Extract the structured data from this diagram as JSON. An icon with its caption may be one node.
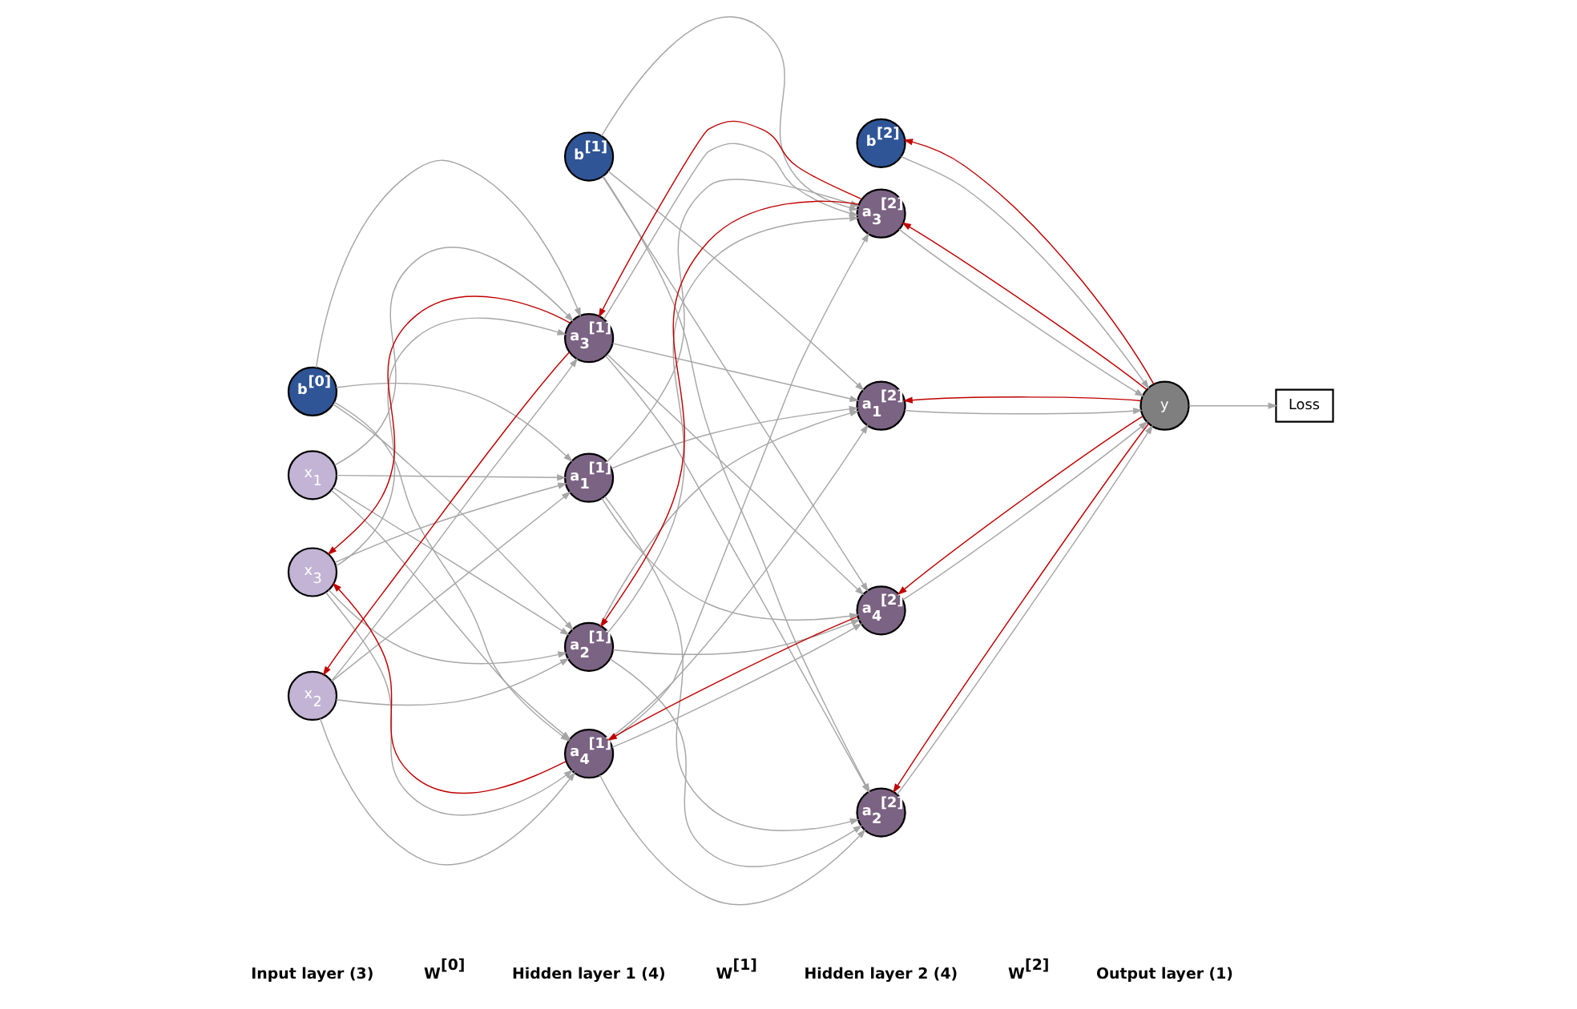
{
  "diagram": {
    "nodes": [
      {
        "text": [
          "b$^{[0]}$"
        ]
      },
      {
        "text": [
          "x$_{1}$"
        ]
      },
      {
        "text": [
          "x$_{2}$"
        ]
      },
      {
        "text": [
          "x$_{3}$"
        ]
      },
      {
        "text": [
          "b$^{[1]}$"
        ]
      },
      {
        "text": [
          "a$_{1}$$^{[1]}$"
        ]
      },
      {
        "text": [
          "a$_{2}$$^{[1]}$"
        ]
      },
      {
        "text": [
          "a$_{3}$$^{[1]}$"
        ]
      },
      {
        "text": [
          "a$_{4}$$^{[1]}$"
        ]
      },
      {
        "text": [
          "b$^{[2]}$"
        ]
      },
      {
        "text": [
          "a$_{1}$$^{[2]}$"
        ]
      },
      {
        "text": [
          "a$_{2}$$^{[2]}$"
        ]
      },
      {
        "text": [
          "a$_{3}$$^{[2]}$"
        ]
      },
      {
        "text": [
          "a$_{4}$$^{[2]}$"
        ]
      },
      {
        "text": [
          "y"
        ]
      },
      {
        "text": [
          "Loss"
        ]
      }
    ],
    "edges": [
      {
        "from": 0,
        "to": 5,
        "arrow": "to"
      },
      {
        "from": 0,
        "to": 6,
        "arrow": "to"
      },
      {
        "from": 0,
        "to": 7,
        "arrow": "to"
      },
      {
        "from": 0,
        "to": 8,
        "arrow": "to"
      },
      {
        "from": 1,
        "to": 5,
        "arrow": "to"
      },
      {
        "from": 1,
        "to": 6,
        "arrow": "to"
      },
      {
        "from": 1,
        "to": 7,
        "arrow": "to"
      },
      {
        "from": 1,
        "to": 8,
        "arrow": "to"
      },
      {
        "from": 2,
        "to": 5,
        "arrow": "to"
      },
      {
        "from": 2,
        "to": 6,
        "arrow": "to"
      },
      {
        "from": 2,
        "to": 7,
        "arrow": "to"
      },
      {
        "from": 2,
        "to": 8,
        "arrow": "to"
      },
      {
        "from": 3,
        "to": 5,
        "arrow": "to"
      },
      {
        "from": 3,
        "to": 6,
        "arrow": "to"
      },
      {
        "from": 3,
        "to": 7,
        "arrow": "to"
      },
      {
        "from": 3,
        "to": 8,
        "arrow": "to"
      },
      {
        "from": 4,
        "to": 10,
        "arrow": "to"
      },
      {
        "from": 4,
        "to": 11,
        "arrow": "to"
      },
      {
        "from": 4,
        "to": 12,
        "arrow": "to"
      },
      {
        "from": 4,
        "to": 13,
        "arrow": "to"
      },
      {
        "from": 5,
        "to": 10,
        "arrow": "to"
      },
      {
        "from": 5,
        "to": 11,
        "arrow": "to"
      },
      {
        "from": 5,
        "to": 12,
        "arrow": "to"
      },
      {
        "from": 5,
        "to": 13,
        "arrow": "to"
      },
      {
        "from": 6,
        "to": 10,
        "arrow": "to"
      },
      {
        "from": 6,
        "to": 11,
        "arrow": "to"
      },
      {
        "from": 6,
        "to": 12,
        "arrow": "to"
      },
      {
        "from": 6,
        "to": 13,
        "arrow": "to"
      },
      {
        "from": 7,
        "to": 10,
        "arrow": "to"
      },
      {
        "from": 7,
        "to": 11,
        "arrow": "to"
      },
      {
        "from": 7,
        "to": 12,
        "arrow": "to"
      },
      {
        "from": 7,
        "to": 13,
        "arrow": "to"
      },
      {
        "from": 8,
        "to": 10,
        "arrow": "to"
      },
      {
        "from": 8,
        "to": 11,
        "arrow": "to"
      },
      {
        "from": 8,
        "to": 12,
        "arrow": "to"
      },
      {
        "from": 8,
        "to": 13,
        "arrow": "to"
      },
      {
        "from": 9,
        "to": 14,
        "arrow": "to"
      },
      {
        "from": 10,
        "to": 14,
        "arrow": "to"
      },
      {
        "from": 11,
        "to": 14,
        "arrow": "to"
      },
      {
        "from": 12,
        "to": 14,
        "arrow": "to"
      },
      {
        "from": 13,
        "to": 14,
        "arrow": "to"
      },
      {
        "from": 14,
        "to": 15,
        "arrow": "to"
      },
      {
        "from": 14,
        "to": 9,
        "arrow": "to",
        "color": "#c00000"
      },
      {
        "from": 14,
        "to": 10,
        "arrow": "to",
        "color": "#c00000"
      },
      {
        "from": 14,
        "to": 11,
        "arrow": "to",
        "color": "#c00000"
      },
      {
        "from": 14,
        "to": 12,
        "arrow": "to",
        "color": "#c00000"
      },
      {
        "from": 14,
        "to": 13,
        "arrow": "to",
        "color": "#c00000"
      },
      {
        "from": 12,
        "to": 6,
        "arrow": "to",
        "color": "#c00000"
      },
      {
        "from": 12,
        "to": 7,
        "arrow": "to",
        "color": "#c00000"
      },
      {
        "from": 13,
        "to": 8,
        "arrow": "to",
        "color": "#c00000"
      },
      {
        "from": 7,
        "to": 2,
        "arrow": "to",
        "color": "#c00000"
      },
      {
        "from": 7,
        "to": 3,
        "arrow": "to",
        "color": "#c00000"
      },
      {
        "from": 8,
        "to": 3,
        "arrow": "to",
        "color": "#c00000"
      }
    ],
    "labels": [
      "Input layer (3)",
      "Hidden layer 1 (4)",
      "Hidden layer 2 (4)",
      "Output layer (1)",
      "W$^{[0]}$",
      "W$^{[1]}$",
      "W$^{[2]}$"
    ]
  }
}
